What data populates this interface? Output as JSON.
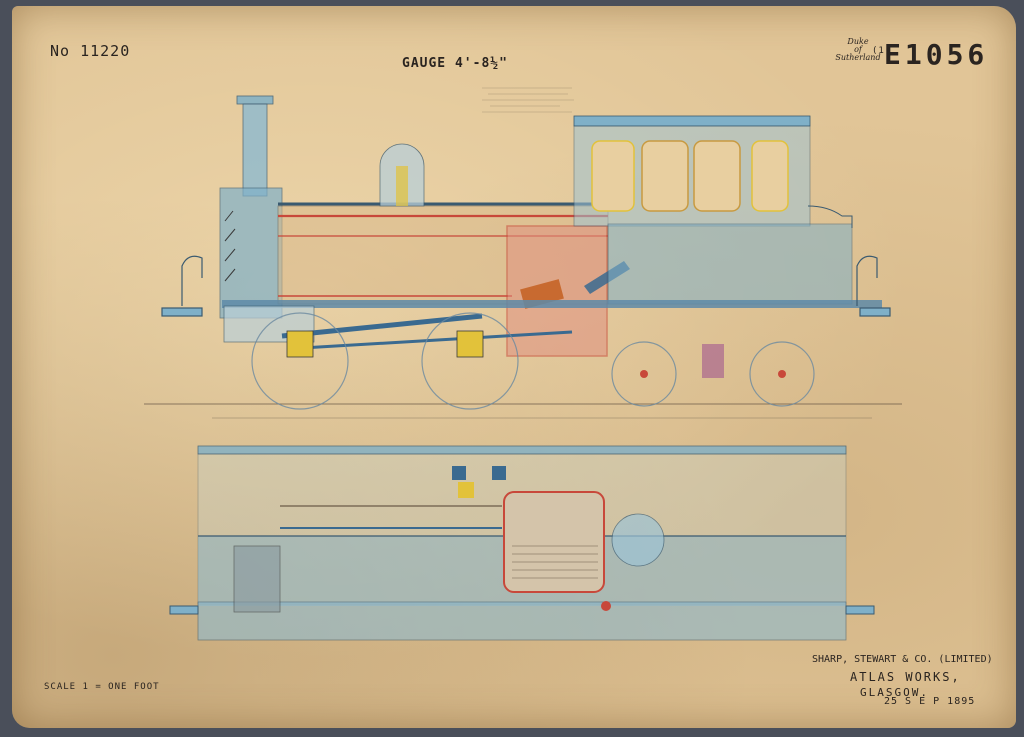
{
  "header": {
    "number": "No 11220",
    "gauge": "GAUGE 4'-8½\"",
    "duke_line1": "Duke",
    "duke_line2": "of",
    "duke_line3": "Sutherland",
    "duke_num": "(1)",
    "drawing_code": "E1056"
  },
  "footer": {
    "scale": "SCALE 1 = ONE FOOT",
    "maker_line1": "SHARP, STEWART & CO. (LIMITED)",
    "maker_line2": "ATLAS WORKS,",
    "maker_line3": "GLASGOW.",
    "date": "25 S E P 1895"
  },
  "colors": {
    "paper": "#e1c597",
    "blue_wash": "#7fb0c8",
    "red_line": "#c8483a",
    "yellow": "#e2c23a",
    "ink": "#2a2420"
  }
}
